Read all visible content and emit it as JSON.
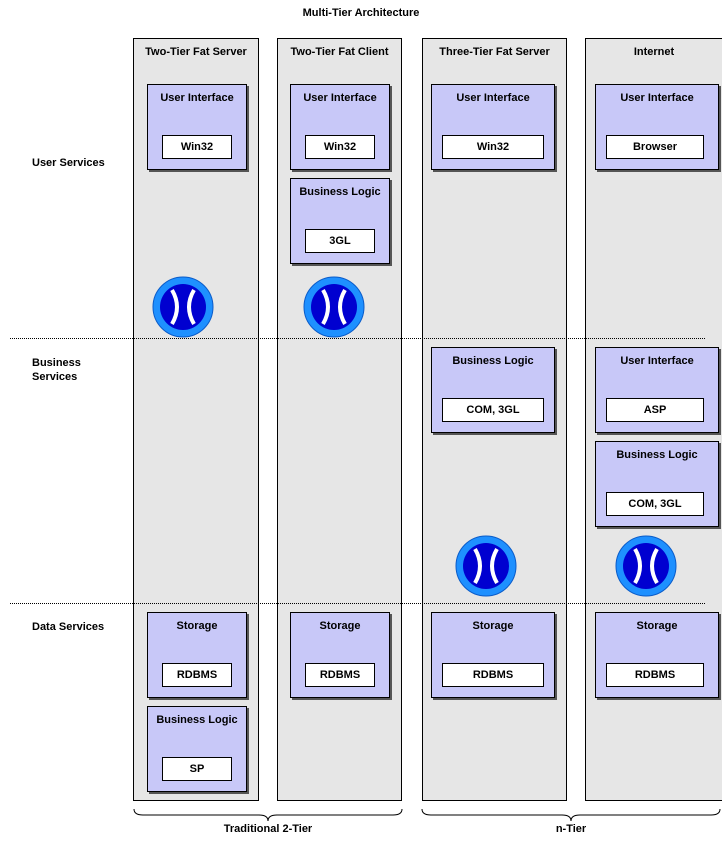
{
  "title": "Multi-Tier Architecture",
  "rows": {
    "user": "User Services",
    "business": "Business Services",
    "data": "Data Services"
  },
  "columns": [
    {
      "header": "Two-Tier Fat Server"
    },
    {
      "header": "Two-Tier Fat Client"
    },
    {
      "header": "Three-Tier Fat Server"
    },
    {
      "header": "Internet"
    }
  ],
  "boxes": {
    "c1_ui": {
      "title": "User Interface",
      "tech": "Win32"
    },
    "c1_storage": {
      "title": "Storage",
      "tech": "RDBMS"
    },
    "c1_bl": {
      "title": "Business Logic",
      "tech": "SP"
    },
    "c2_ui": {
      "title": "User Interface",
      "tech": "Win32"
    },
    "c2_bl": {
      "title": "Business Logic",
      "tech": "3GL"
    },
    "c2_storage": {
      "title": "Storage",
      "tech": "RDBMS"
    },
    "c3_ui": {
      "title": "User Interface",
      "tech": "Win32"
    },
    "c3_bl": {
      "title": "Business Logic",
      "tech": "COM, 3GL"
    },
    "c3_storage": {
      "title": "Storage",
      "tech": "RDBMS"
    },
    "c4_ui": {
      "title": "User Interface",
      "tech": "Browser"
    },
    "c4_ui2": {
      "title": "User Interface",
      "tech": "ASP"
    },
    "c4_bl": {
      "title": "Business Logic",
      "tech": "COM, 3GL"
    },
    "c4_storage": {
      "title": "Storage",
      "tech": "RDBMS"
    }
  },
  "groups": {
    "traditional": "Traditional 2-Tier",
    "ntier": "n-Tier"
  },
  "colors": {
    "column_bg": "#e6e6e6",
    "box_bg": "#c8c8f8",
    "connector_outer": "#1e90ff",
    "connector_inner": "#0000d0"
  }
}
